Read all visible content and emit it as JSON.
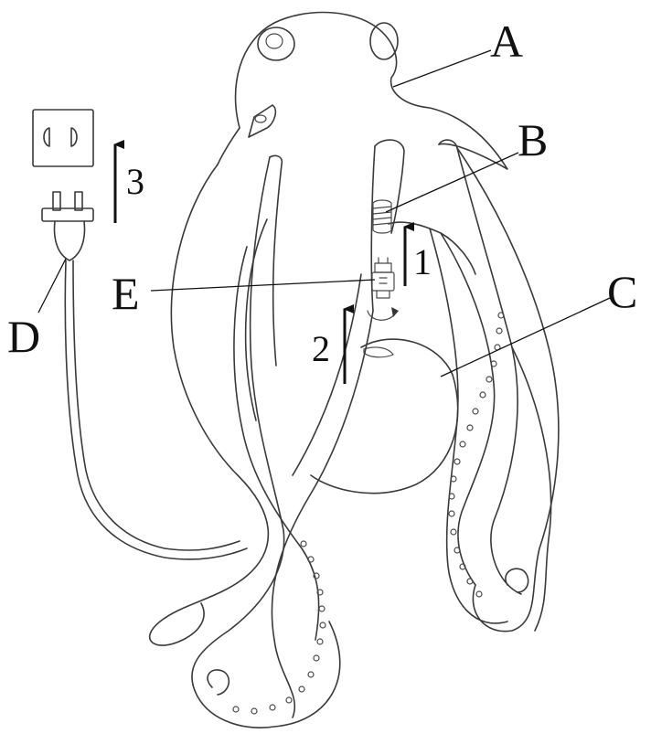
{
  "labels": {
    "a": "A",
    "b": "B",
    "c": "C",
    "d": "D",
    "e": "E"
  },
  "steps": {
    "one": "1",
    "two": "2",
    "three": "3"
  }
}
